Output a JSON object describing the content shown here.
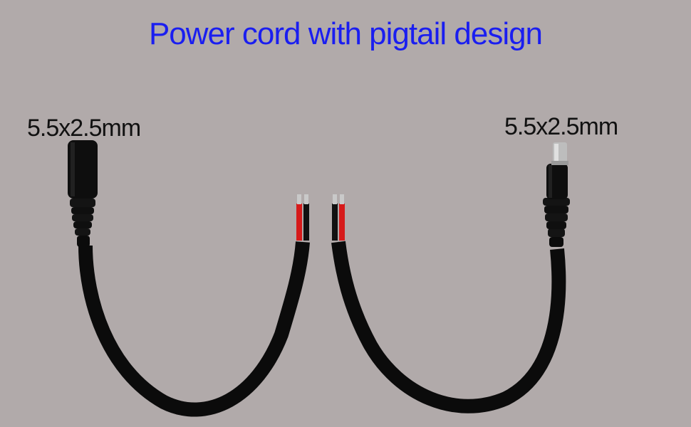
{
  "headline": "Power cord with pigtail design",
  "left_connector": {
    "label": "5.5x2.5mm",
    "type": "female-jack-icon"
  },
  "right_connector": {
    "label": "5.5x2.5mm",
    "type": "male-plug-icon"
  },
  "colors": {
    "headline": "#1a1ef0",
    "background": "#b1aaaa",
    "cable": "#0b0b0b",
    "wire_red": "#d61a1a",
    "wire_black": "#111111",
    "copper_tip": "#c9c9c9"
  }
}
